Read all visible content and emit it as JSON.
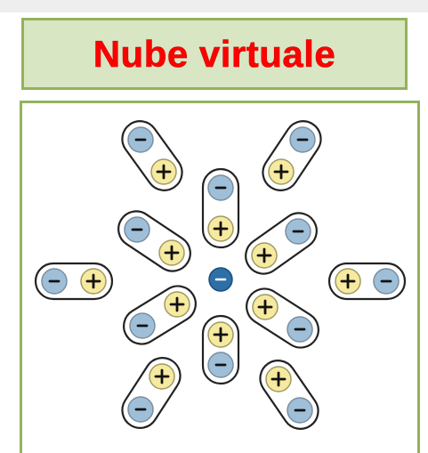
{
  "title": "Nube virtuale",
  "colors": {
    "title_text": "#ff0000",
    "title_background": "#d9e6c3",
    "frame_border": "#93b25c",
    "negative_fill": "#9fbfd8",
    "positive_fill": "#f6eaa0",
    "central_ion": "#2d6fa6"
  },
  "central_ion": {
    "symbol": "-",
    "name": "anion"
  },
  "dipoles": [
    {
      "id": "top",
      "near": "+",
      "far": "-"
    },
    {
      "id": "top-left",
      "near": "+",
      "far": "-"
    },
    {
      "id": "top-right",
      "near": "+",
      "far": "-"
    },
    {
      "id": "upper-left",
      "near": "+",
      "far": "-"
    },
    {
      "id": "upper-right",
      "near": "+",
      "far": "-"
    },
    {
      "id": "left",
      "near": "+",
      "far": "-"
    },
    {
      "id": "right",
      "near": "+",
      "far": "-"
    },
    {
      "id": "lower-left",
      "near": "+",
      "far": "-"
    },
    {
      "id": "lower-right",
      "near": "+",
      "far": "-"
    },
    {
      "id": "bottom",
      "near": "+",
      "far": "-"
    },
    {
      "id": "bottom-left",
      "near": "+",
      "far": "-"
    },
    {
      "id": "bottom-right",
      "near": "+",
      "far": "-"
    }
  ]
}
